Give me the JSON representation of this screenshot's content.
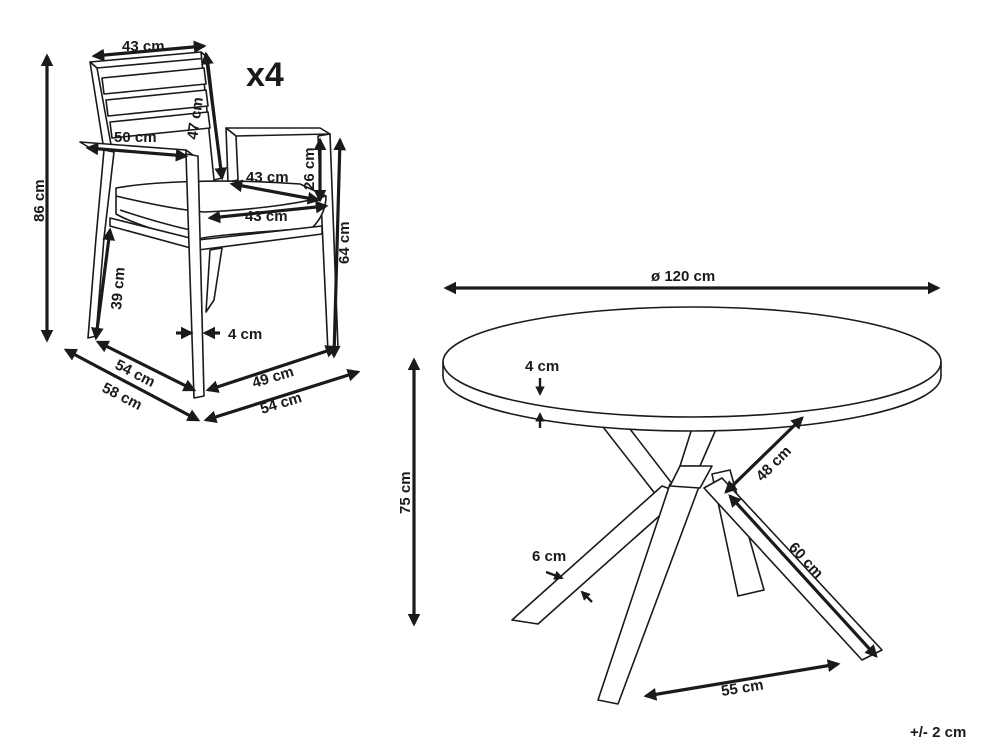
{
  "quantity_label": "x4",
  "tolerance_label": "+/- 2 cm",
  "chair": {
    "back_width": "43 cm",
    "total_height": "86 cm",
    "armrest_length": "50 cm",
    "backrest_height": "47 cm",
    "seat_width_rear": "43 cm",
    "armrest_height_above_seat": "26 cm",
    "seat_width_front": "43 cm",
    "armrest_height": "64 cm",
    "seat_height": "39 cm",
    "frame_thickness": "4 cm",
    "seat_depth": "54 cm",
    "total_depth": "58 cm",
    "leg_span": "49 cm",
    "total_width": "54 cm"
  },
  "table": {
    "diameter": "ø 120 cm",
    "top_thickness": "4 cm",
    "height": "75 cm",
    "leg_length_upper": "48 cm",
    "leg_thickness": "6 cm",
    "leg_length_lower": "60 cm",
    "foot_span": "55 cm"
  }
}
